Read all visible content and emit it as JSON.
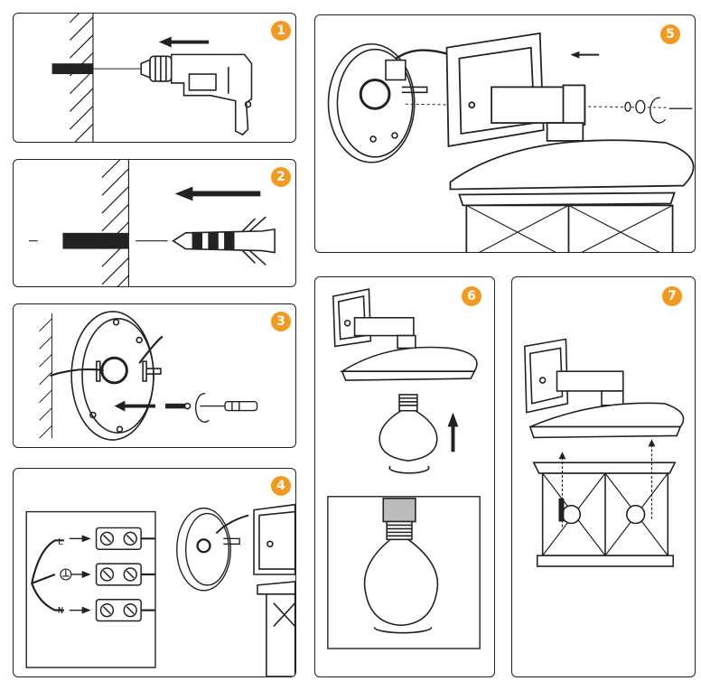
{
  "accent_color": "#f39a1e",
  "steps": [
    {
      "number": "1",
      "action": "drill-hole"
    },
    {
      "number": "2",
      "action": "insert-wall-plug"
    },
    {
      "number": "3",
      "action": "screw-mounting-plate"
    },
    {
      "number": "4",
      "action": "connect-wires"
    },
    {
      "number": "5",
      "action": "attach-lamp-bracket"
    },
    {
      "number": "6",
      "action": "install-bulb"
    },
    {
      "number": "7",
      "action": "attach-lantern-glass"
    }
  ],
  "terminal_labels": [
    "L",
    "N"
  ]
}
